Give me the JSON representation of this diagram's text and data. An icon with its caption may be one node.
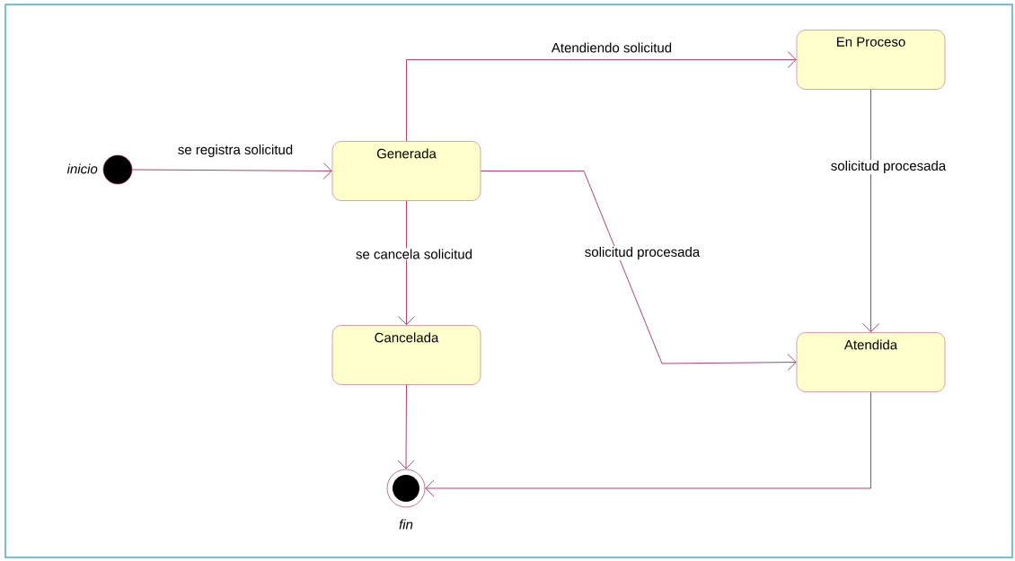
{
  "diagram": {
    "nodes": [
      {
        "text": [],
        "shape": "circle",
        "beside": [
          "inicio"
        ]
      },
      {
        "text": [
          "Generada"
        ]
      },
      {
        "text": [
          "En Proceso"
        ]
      },
      {
        "text": [
          "Cancelada"
        ]
      },
      {
        "text": [
          "Atendida"
        ]
      },
      {
        "text": [],
        "shape": "circle",
        "beside": [
          "fin"
        ]
      }
    ],
    "edges": [
      {
        "from": 0,
        "to": 1,
        "arrow": "to",
        "label": "se registra solicitud"
      },
      {
        "from": 1,
        "to": 2,
        "arrow": "to",
        "label": "Atendiendo solicitud"
      },
      {
        "from": 1,
        "to": 3,
        "arrow": "to",
        "label": "se cancela solicitud"
      },
      {
        "from": 1,
        "to": 4,
        "arrow": "to",
        "label": "solicitud procesada"
      },
      {
        "from": 2,
        "to": 4,
        "arrow": "to",
        "label": "solicitud procesada"
      },
      {
        "from": 3,
        "to": 5,
        "arrow": "to"
      },
      {
        "from": 4,
        "to": 5,
        "arrow": "to"
      }
    ]
  }
}
